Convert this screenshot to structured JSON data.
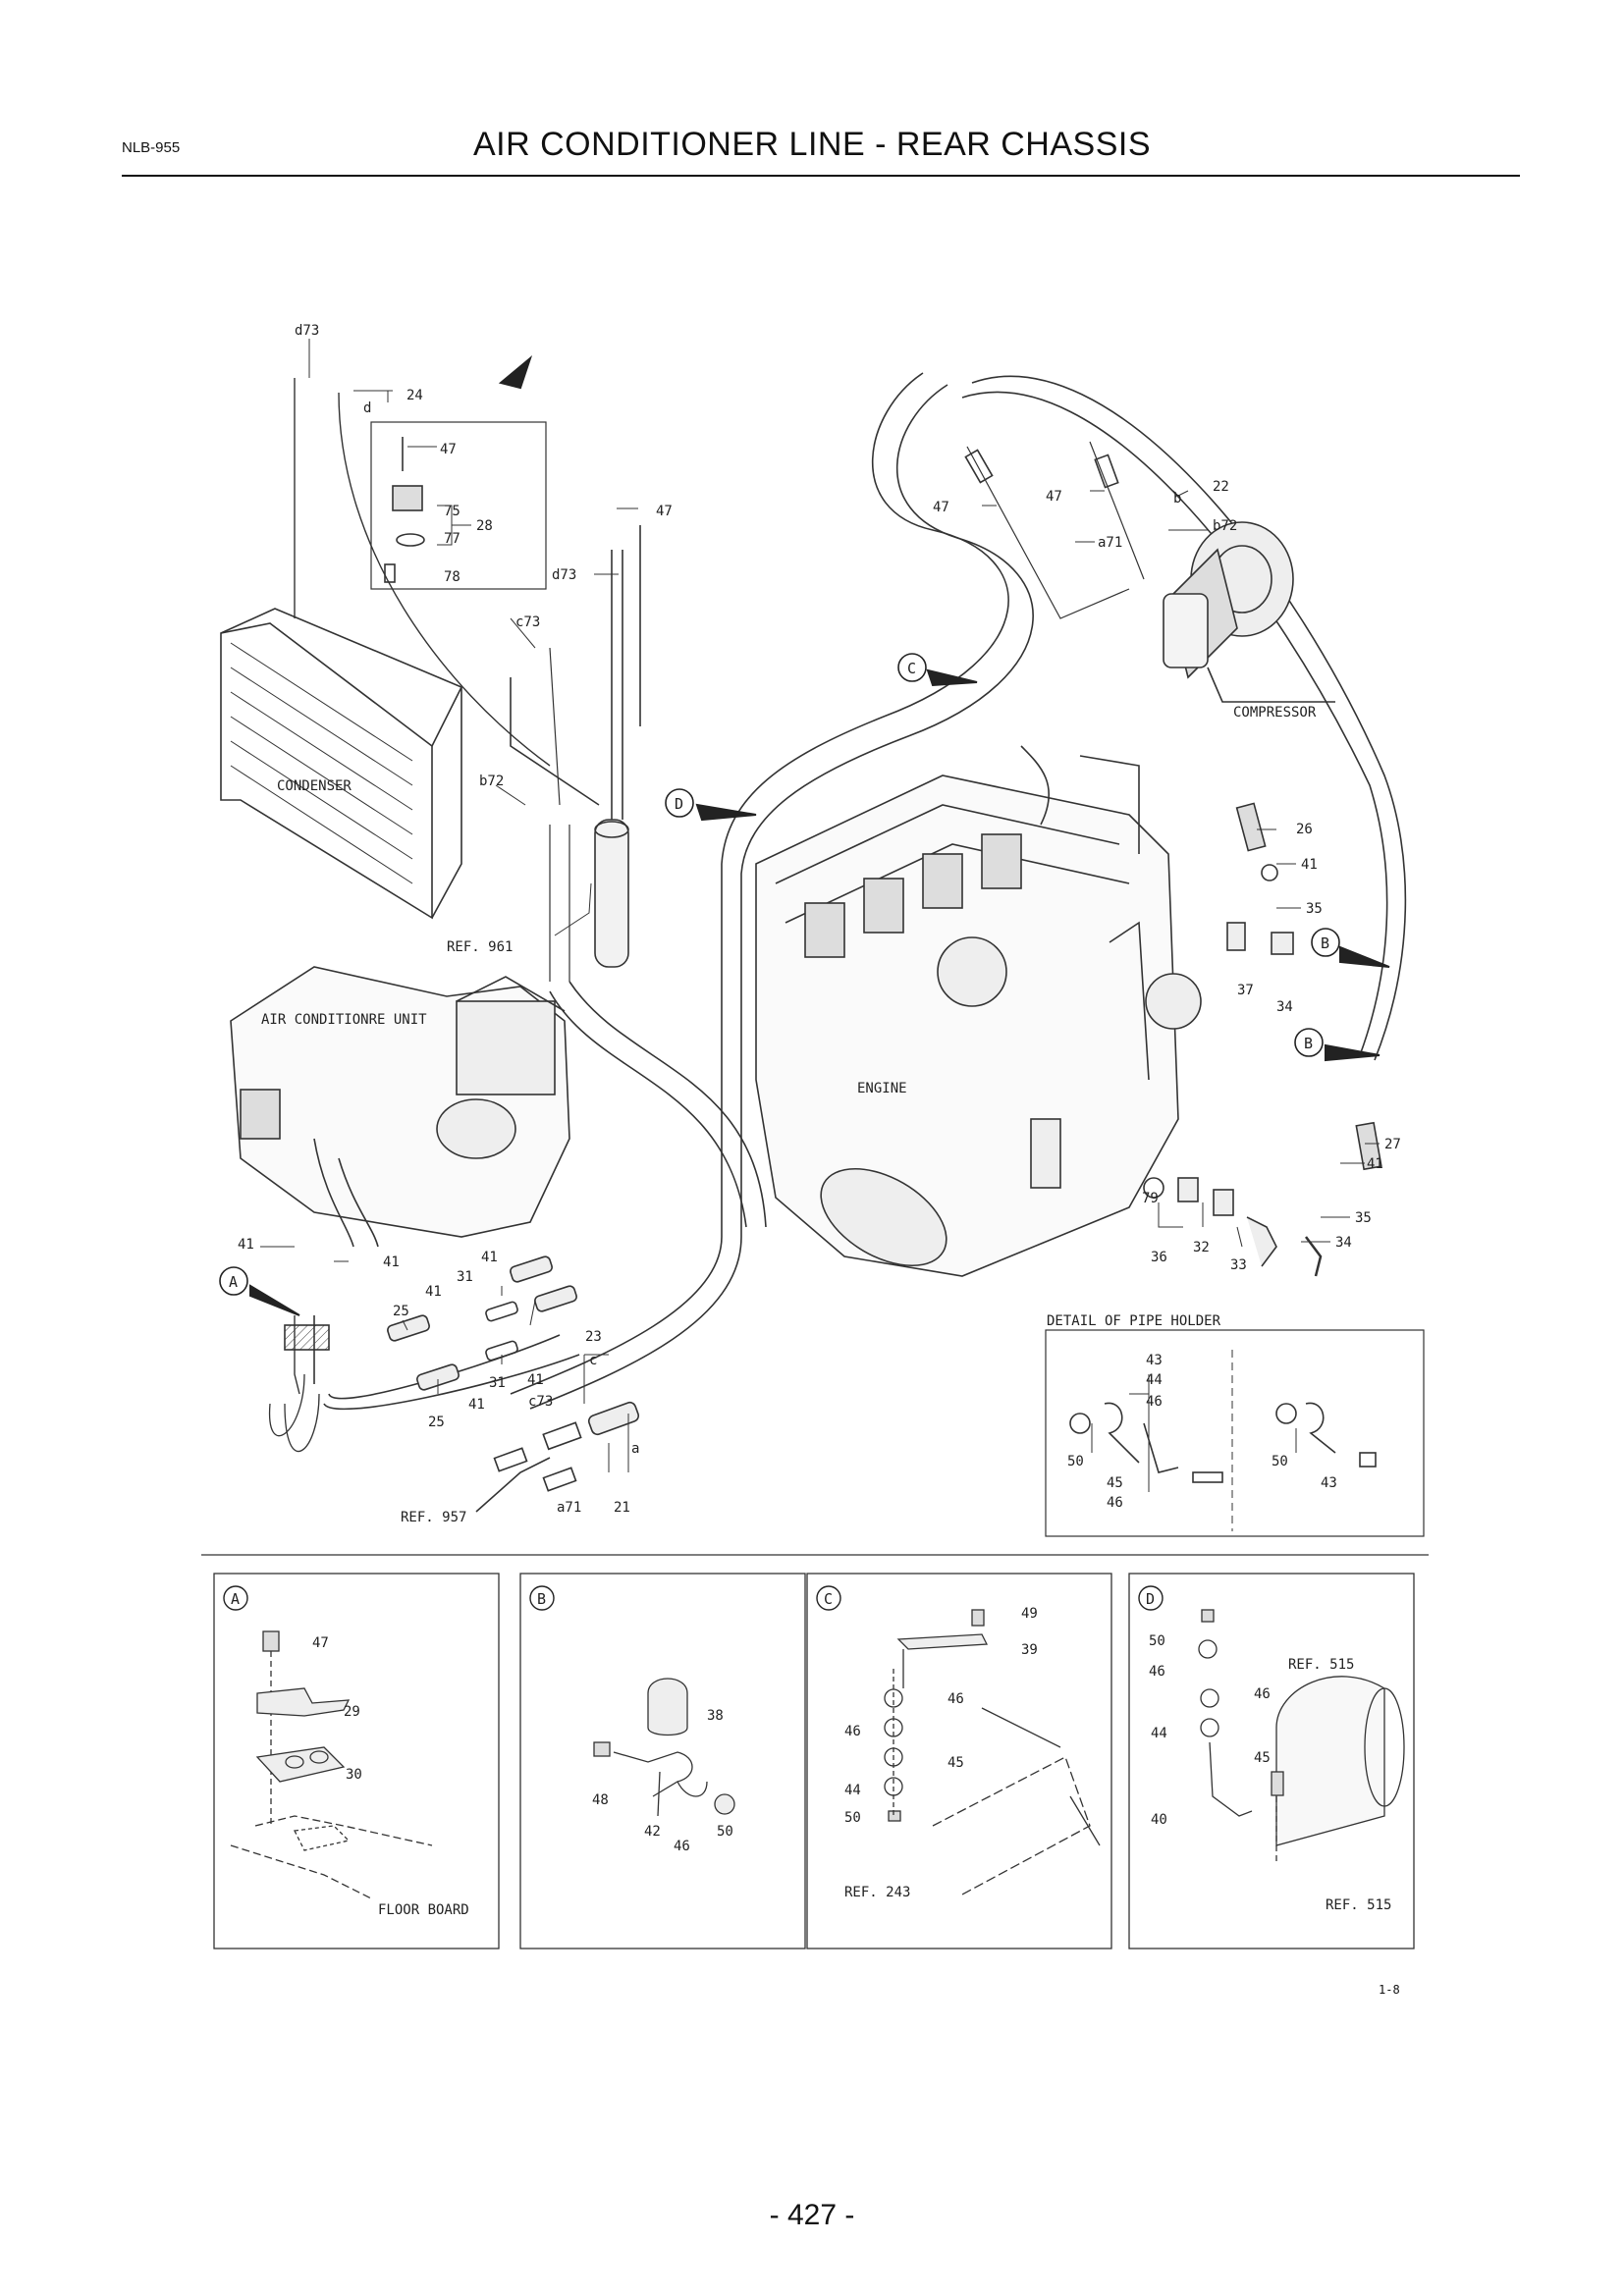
{
  "header": {
    "code": "NLB-955",
    "title": "AIR CONDITIONER LINE - REAR CHASSIS"
  },
  "page_number": "- 427 -",
  "sheet_ref": "1-8",
  "main": {
    "components": {
      "condenser": "CONDENSER",
      "compressor": "COMPRESSOR",
      "engine": "ENGINE",
      "ac_unit": "AIR CONDITIONRE UNIT",
      "ref_961": "REF. 961",
      "ref_957": "REF. 957",
      "pipe_holder_title": "DETAIL OF PIPE HOLDER"
    },
    "callouts": {
      "A": "A",
      "B": "B",
      "C": "C",
      "D": "D"
    },
    "labels": {
      "d73": "d73",
      "n24": "24",
      "d": "d",
      "n47": "47",
      "n75": "75",
      "n28": "28",
      "n77": "77",
      "n78": "78",
      "c73": "c73",
      "b72": "b72",
      "n22": "22",
      "b": "b",
      "a71": "a71",
      "n26": "26",
      "n41": "41",
      "n35": "35",
      "n37": "37",
      "n34": "34",
      "n27": "27",
      "n79": "79",
      "n36": "36",
      "n32": "32",
      "n33": "33",
      "n25": "25",
      "n31": "31",
      "n23": "23",
      "c": "c",
      "n21": "21",
      "a": "a",
      "n43": "43",
      "n44": "44",
      "n46": "46",
      "n50": "50",
      "n45": "45"
    }
  },
  "details": {
    "A": {
      "letter": "A",
      "labels": [
        "47",
        "29",
        "30"
      ],
      "floor": "FLOOR BOARD"
    },
    "B": {
      "letter": "B",
      "labels": [
        "38",
        "48",
        "42",
        "46",
        "50"
      ]
    },
    "C": {
      "letter": "C",
      "labels": [
        "49",
        "39",
        "46",
        "46",
        "45",
        "44",
        "50"
      ],
      "ref": "REF. 243"
    },
    "D": {
      "letter": "D",
      "labels": [
        "50",
        "46",
        "46",
        "44",
        "45",
        "40"
      ],
      "ref1": "REF. 515",
      "ref2": "REF. 515"
    }
  },
  "colors": {
    "ink": "#222222",
    "paper": "#ffffff"
  }
}
